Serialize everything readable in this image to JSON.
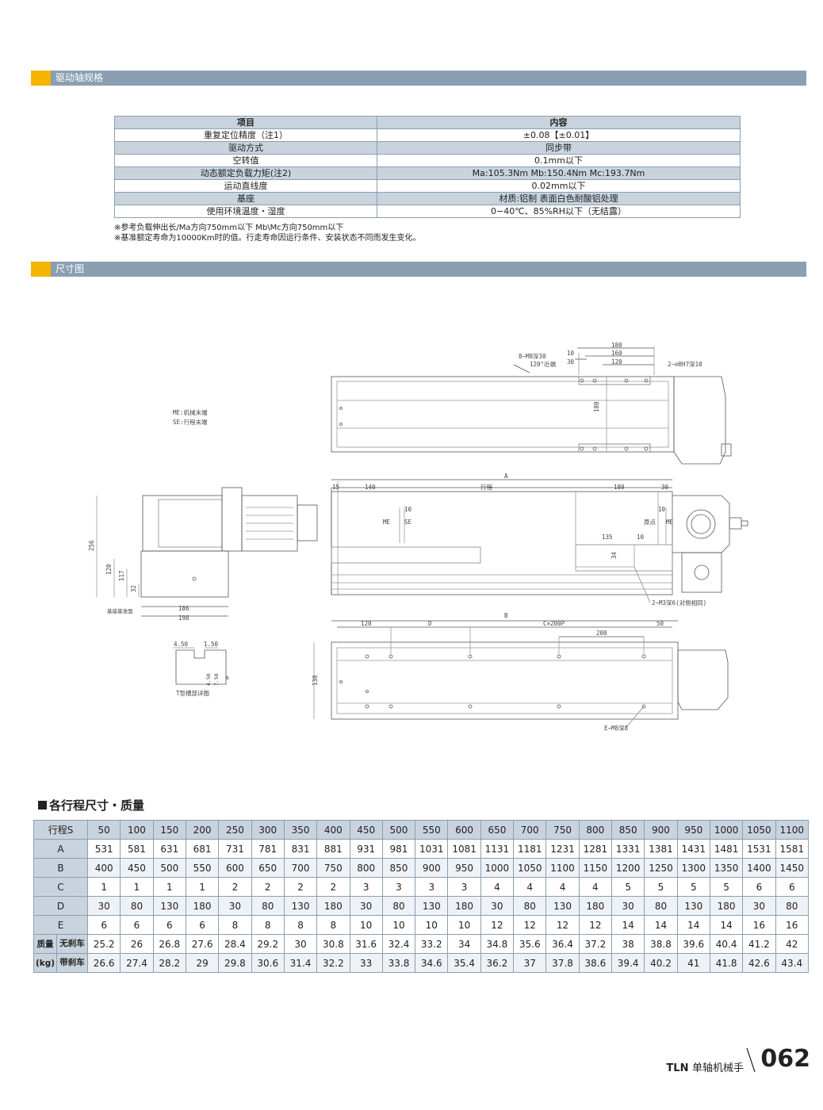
{
  "sections": {
    "spec_title": "驱动轴规格",
    "dim_title": "尺寸图"
  },
  "spec": {
    "headers": [
      "项目",
      "内容"
    ],
    "rows": [
      [
        "重复定位精度（注1）",
        "±0.08【±0.01】"
      ],
      [
        "驱动方式",
        "同步带"
      ],
      [
        "空转值",
        "0.1mm以下"
      ],
      [
        "动态额定负载力矩(注2)",
        "Ma:105.3Nm Mb:150.4Nm Mc:193.7Nm"
      ],
      [
        "运动直线度",
        "0.02mm以下"
      ],
      [
        "基座",
        "材质:铝制 表面白色耐酸铝处理"
      ],
      [
        "使用环境温度・湿度",
        "0−40℃、85%RH以下（无结露）"
      ]
    ],
    "notes": [
      "※参考负载伸出长/Ma方向750mm以下 Mb\\Mc方向750mm以下",
      "※基准额定寿命为10000Km时的值。行走寿命因运行条件、安装状态不同而发生变化。"
    ]
  },
  "drawing": {
    "labels": {
      "me_note": "ME:机械末端",
      "se_note": "SE:行程末端",
      "holes_top": "8−M8深30",
      "near": "120°近端",
      "pin": "2−∅8H7深10",
      "stroke": "行程",
      "a": "A",
      "b": "B",
      "d": "D",
      "cx": "C×200P",
      "me": "ME",
      "se": "SE",
      "origin": "原点",
      "m3": "2−M3深6(对侧相同)",
      "em8": "E−M8深8",
      "base_ref": "基座基准面",
      "tslot": "T型槽部详图"
    },
    "dims": {
      "d180a": "180",
      "d160": "160",
      "d120a": "120",
      "d10a": "10",
      "d30a": "30",
      "d180v": "180",
      "d15": "15",
      "d140": "140",
      "d180b": "180",
      "d30b": "30",
      "d10b": "10",
      "d10c": "10",
      "d135": "135",
      "d10d": "10",
      "d34": "34",
      "d120b": "120",
      "d50": "50",
      "d200": "200",
      "d130": "130",
      "d256": "256",
      "d120c": "120",
      "d117": "117",
      "d32": "32",
      "d186": "186",
      "d198": "198",
      "d450": "4.50",
      "d150": "1.50",
      "d450v": "4.50",
      "d750": "7.50",
      "d6": "6"
    }
  },
  "stroke_table": {
    "title": "各行程尺寸・质量",
    "col_header": "行程S",
    "strokes": [
      "50",
      "100",
      "150",
      "200",
      "250",
      "300",
      "350",
      "400",
      "450",
      "500",
      "550",
      "600",
      "650",
      "700",
      "750",
      "800",
      "850",
      "900",
      "950",
      "1000",
      "1050",
      "1100"
    ],
    "rows": [
      {
        "label": "A",
        "values": [
          "531",
          "581",
          "631",
          "681",
          "731",
          "781",
          "831",
          "881",
          "931",
          "981",
          "1031",
          "1081",
          "1131",
          "1181",
          "1231",
          "1281",
          "1331",
          "1381",
          "1431",
          "1481",
          "1531",
          "1581"
        ]
      },
      {
        "label": "B",
        "values": [
          "400",
          "450",
          "500",
          "550",
          "600",
          "650",
          "700",
          "750",
          "800",
          "850",
          "900",
          "950",
          "1000",
          "1050",
          "1100",
          "1150",
          "1200",
          "1250",
          "1300",
          "1350",
          "1400",
          "1450"
        ]
      },
      {
        "label": "C",
        "values": [
          "1",
          "1",
          "1",
          "1",
          "2",
          "2",
          "2",
          "2",
          "3",
          "3",
          "3",
          "3",
          "4",
          "4",
          "4",
          "4",
          "5",
          "5",
          "5",
          "5",
          "6",
          "6"
        ]
      },
      {
        "label": "D",
        "values": [
          "30",
          "80",
          "130",
          "180",
          "30",
          "80",
          "130",
          "180",
          "30",
          "80",
          "130",
          "180",
          "30",
          "80",
          "130",
          "180",
          "30",
          "80",
          "130",
          "180",
          "30",
          "80"
        ]
      },
      {
        "label": "E",
        "values": [
          "6",
          "6",
          "6",
          "6",
          "8",
          "8",
          "8",
          "8",
          "10",
          "10",
          "10",
          "10",
          "12",
          "12",
          "12",
          "12",
          "14",
          "14",
          "14",
          "14",
          "16",
          "16"
        ]
      }
    ],
    "mass_label": "质量",
    "mass_unit": "(kg)",
    "mass_rows": [
      {
        "label": "无刹车",
        "values": [
          "25.2",
          "26",
          "26.8",
          "27.6",
          "28.4",
          "29.2",
          "30",
          "30.8",
          "31.6",
          "32.4",
          "33.2",
          "34",
          "34.8",
          "35.6",
          "36.4",
          "37.2",
          "38",
          "38.8",
          "39.6",
          "40.4",
          "41.2",
          "42"
        ]
      },
      {
        "label": "带刹车",
        "values": [
          "26.6",
          "27.4",
          "28.2",
          "29",
          "29.8",
          "30.6",
          "31.4",
          "32.2",
          "33",
          "33.8",
          "34.6",
          "35.4",
          "36.2",
          "37",
          "37.8",
          "38.6",
          "39.4",
          "40.2",
          "41",
          "41.8",
          "42.6",
          "43.4"
        ]
      }
    ]
  },
  "footer": {
    "model": "TLN",
    "series": "单轴机械手",
    "page": "062"
  }
}
